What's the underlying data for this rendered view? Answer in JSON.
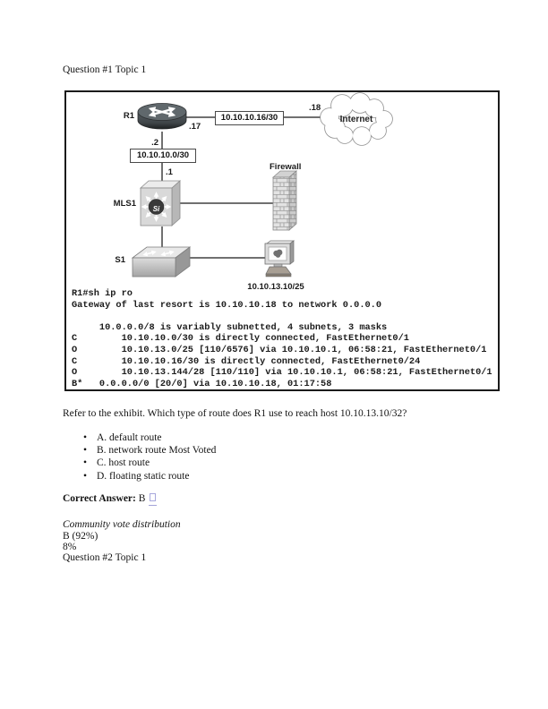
{
  "page": {
    "question1_heading": "Question #1 Topic 1",
    "question2_heading": "Question #2 Topic 1"
  },
  "exhibit": {
    "diagram": {
      "labels": {
        "r1": "R1",
        "mls1": "MLS1",
        "s1": "S1",
        "firewall": "Firewall",
        "internet": "Internet",
        "si": "Si",
        "wan_subnet": "10.10.10.16/30",
        "lan_subnet": "10.10.10.0/30",
        "host_ip": "10.10.13.10/25",
        "r1_wan_if": ".17",
        "internet_if": ".18",
        "r1_lan_if": ".2",
        "mls1_if": ".1"
      }
    },
    "console": {
      "lines": [
        "R1#sh ip ro",
        "Gateway of last resort is 10.10.10.18 to network 0.0.0.0",
        "",
        "     10.0.0.0/8 is variably subnetted, 4 subnets, 3 masks",
        "C        10.10.10.0/30 is directly connected, FastEthernet0/1",
        "O        10.10.13.0/25 [110/6576] via 10.10.10.1, 06:58:21, FastEthernet0/1",
        "C        10.10.10.16/30 is directly connected, FastEthernet0/24",
        "O        10.10.13.144/28 [110/110] via 10.10.10.1, 06:58:21, FastEthernet0/1",
        "B*   0.0.0.0/0 [20/0] via 10.10.10.18, 01:17:58"
      ]
    }
  },
  "question": {
    "text": "Refer to the exhibit. Which type of route does R1 use to reach host 10.10.13.10/32?",
    "options": [
      "A. default route",
      "B. network route Most Voted",
      "C. host route",
      "D. floating static route"
    ]
  },
  "answer": {
    "label": "Correct Answer:",
    "value": "B"
  },
  "community": {
    "title": "Community vote distribution",
    "vote_line": "B (92%)",
    "other_line": "8%"
  }
}
